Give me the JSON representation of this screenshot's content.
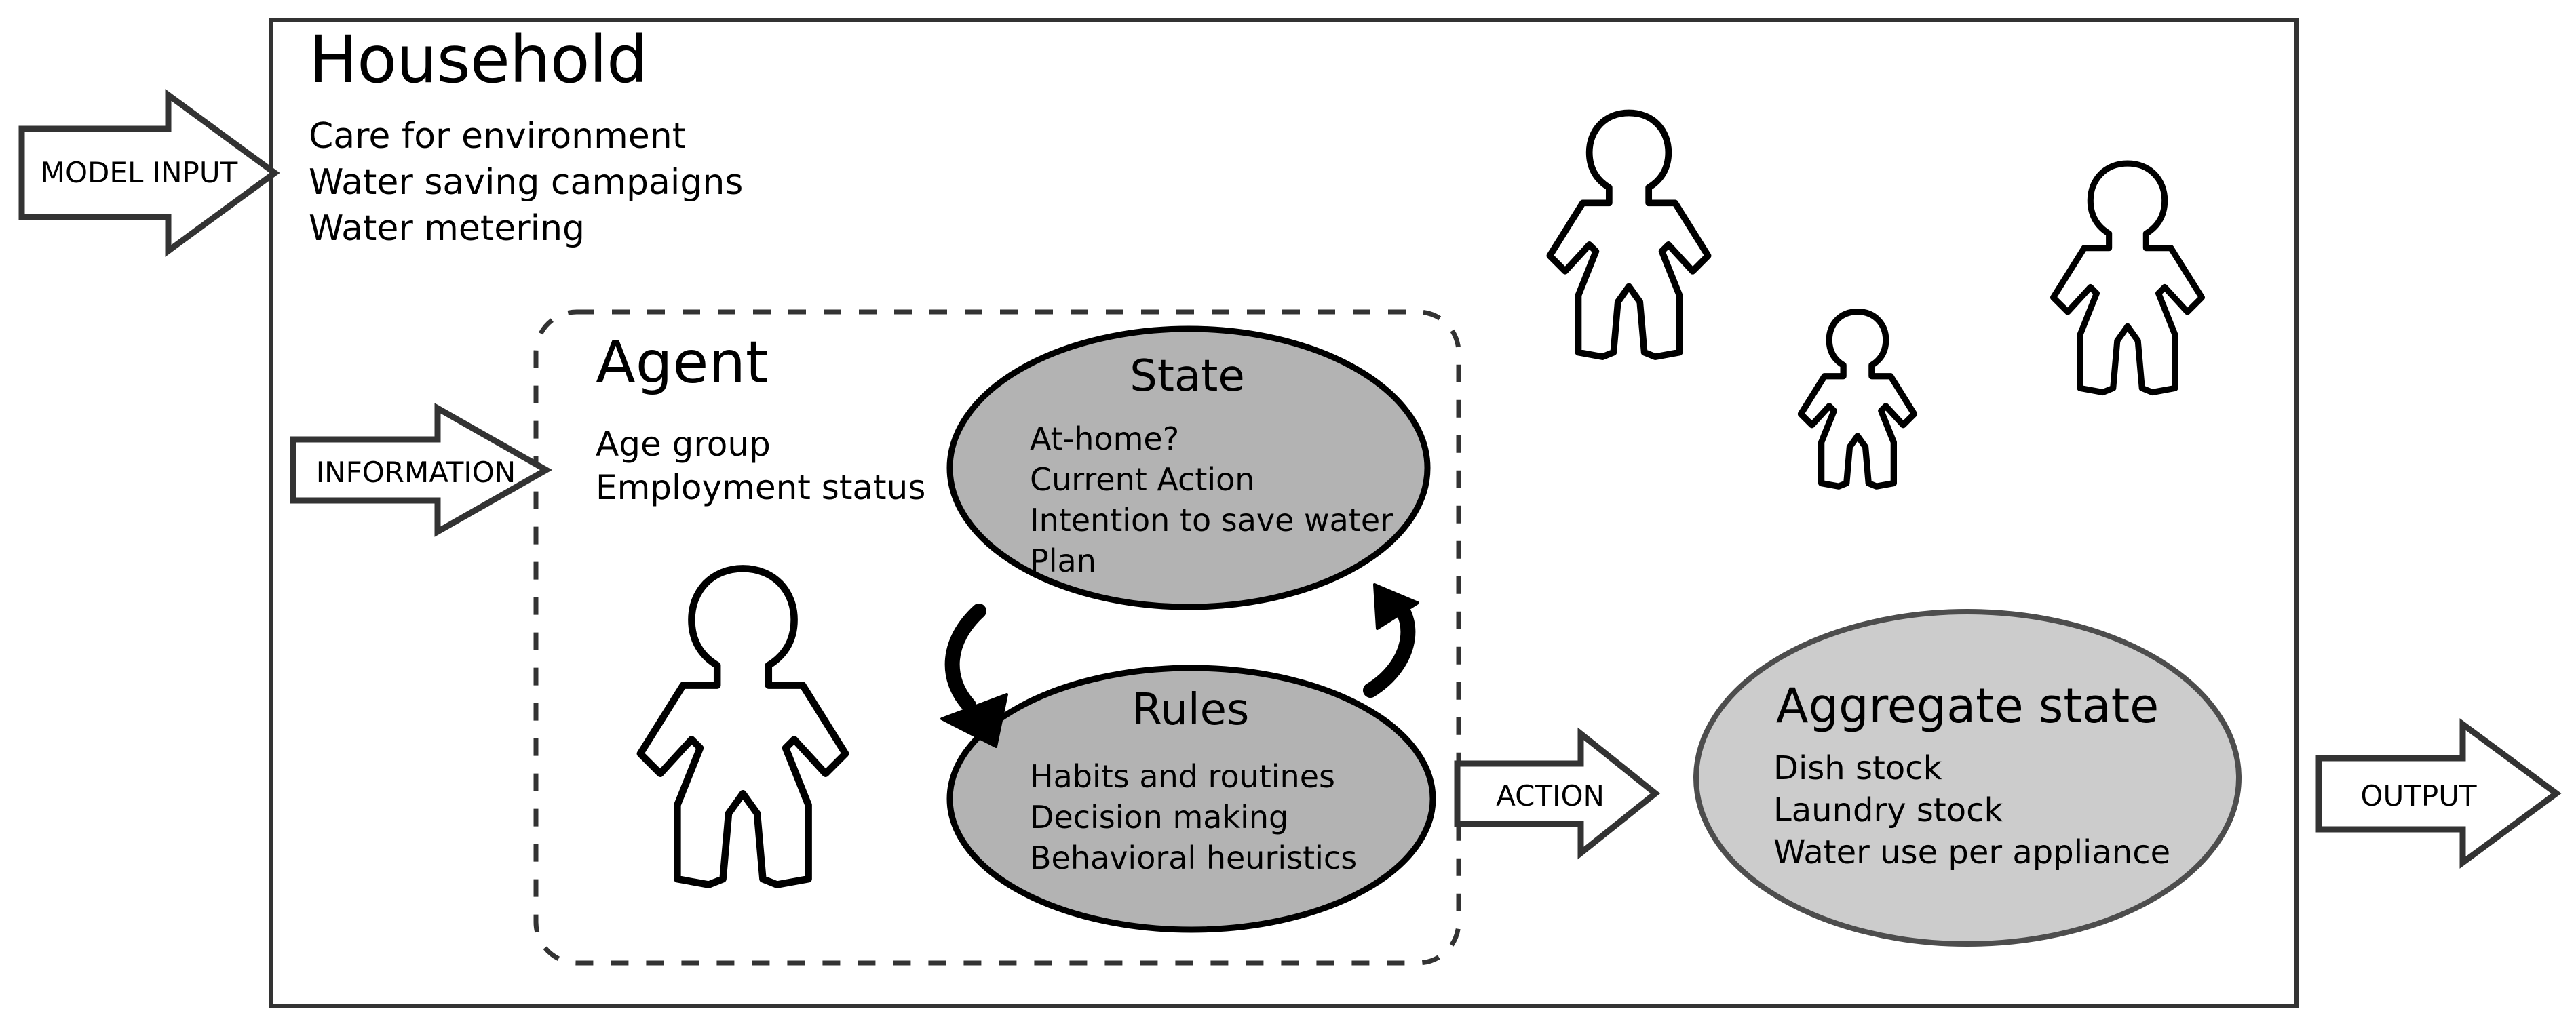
{
  "diagram": {
    "title_semantic": "agent-based-household-water-use-model",
    "colors": {
      "stroke": "#000000",
      "background": "#ffffff",
      "ellipse_fill_inner": "#b3b3b3",
      "ellipse_fill_aggregate": "#cccccc",
      "ellipse_stroke_aggregate": "#4d4d4d",
      "arrow_stroke": "#333333"
    }
  },
  "household": {
    "title": "Household",
    "items": [
      "Care for environment",
      "Water saving campaigns",
      "Water metering"
    ]
  },
  "agent": {
    "title": "Agent",
    "items": [
      "Age group",
      "Employment status"
    ]
  },
  "state": {
    "title": "State",
    "items": [
      "At-home?",
      "Current Action",
      "Intention to save water",
      "Plan"
    ]
  },
  "rules": {
    "title": "Rules",
    "items": [
      "Habits and routines",
      "Decision making",
      "Behavioral heuristics"
    ]
  },
  "aggregate_state": {
    "title": "Aggregate state",
    "items": [
      "Dish stock",
      "Laundry stock",
      "Water use per appliance"
    ]
  },
  "arrows": {
    "model_input": "MODEL INPUT",
    "information": "INFORMATION",
    "action": "ACTION",
    "output": "OUTPUT"
  },
  "people": {
    "count": 4,
    "labels": [
      "person-figure-agent",
      "person-figure-adult-left",
      "person-figure-child",
      "person-figure-adult-right"
    ]
  }
}
